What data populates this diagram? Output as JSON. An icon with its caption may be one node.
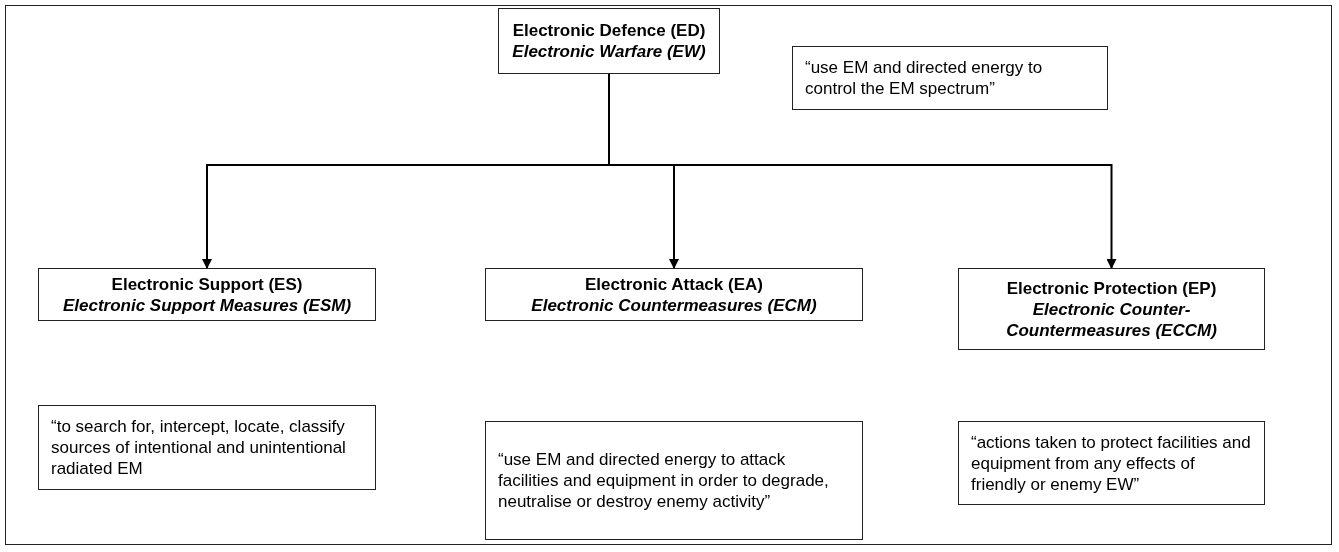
{
  "diagram": {
    "nodes": [
      {
        "text": [
          "Electronic Defence (ED)",
          "Electronic Warfare (EW)"
        ]
      },
      {
        "text": [
          "“use EM and directed energy to control the EM spectrum”"
        ]
      },
      {
        "text": [
          "Electronic Support (ES)",
          "Electronic Support Measures (ESM)"
        ]
      },
      {
        "text": [
          "Electronic Attack (EA)",
          "Electronic Countermeasures (ECM)"
        ]
      },
      {
        "text": [
          "Electronic Protection (EP)",
          "Electronic Counter-Countermeasures (ECCM)"
        ]
      },
      {
        "text": [
          "“to search for, intercept, locate, classify sources of intentional and unintentional radiated EM"
        ]
      },
      {
        "text": [
          "“use EM and directed energy to attack facilities and equipment in order to degrade, neutralise or destroy enemy activity”"
        ]
      },
      {
        "text": [
          "“actions taken to protect facilities and equipment from any effects of friendly or enemy EW”"
        ]
      }
    ],
    "edges": [
      {
        "from": 0,
        "to": 2,
        "arrow": "to"
      },
      {
        "from": 0,
        "to": 3,
        "arrow": "to"
      },
      {
        "from": 0,
        "to": 4,
        "arrow": "to"
      }
    ]
  }
}
